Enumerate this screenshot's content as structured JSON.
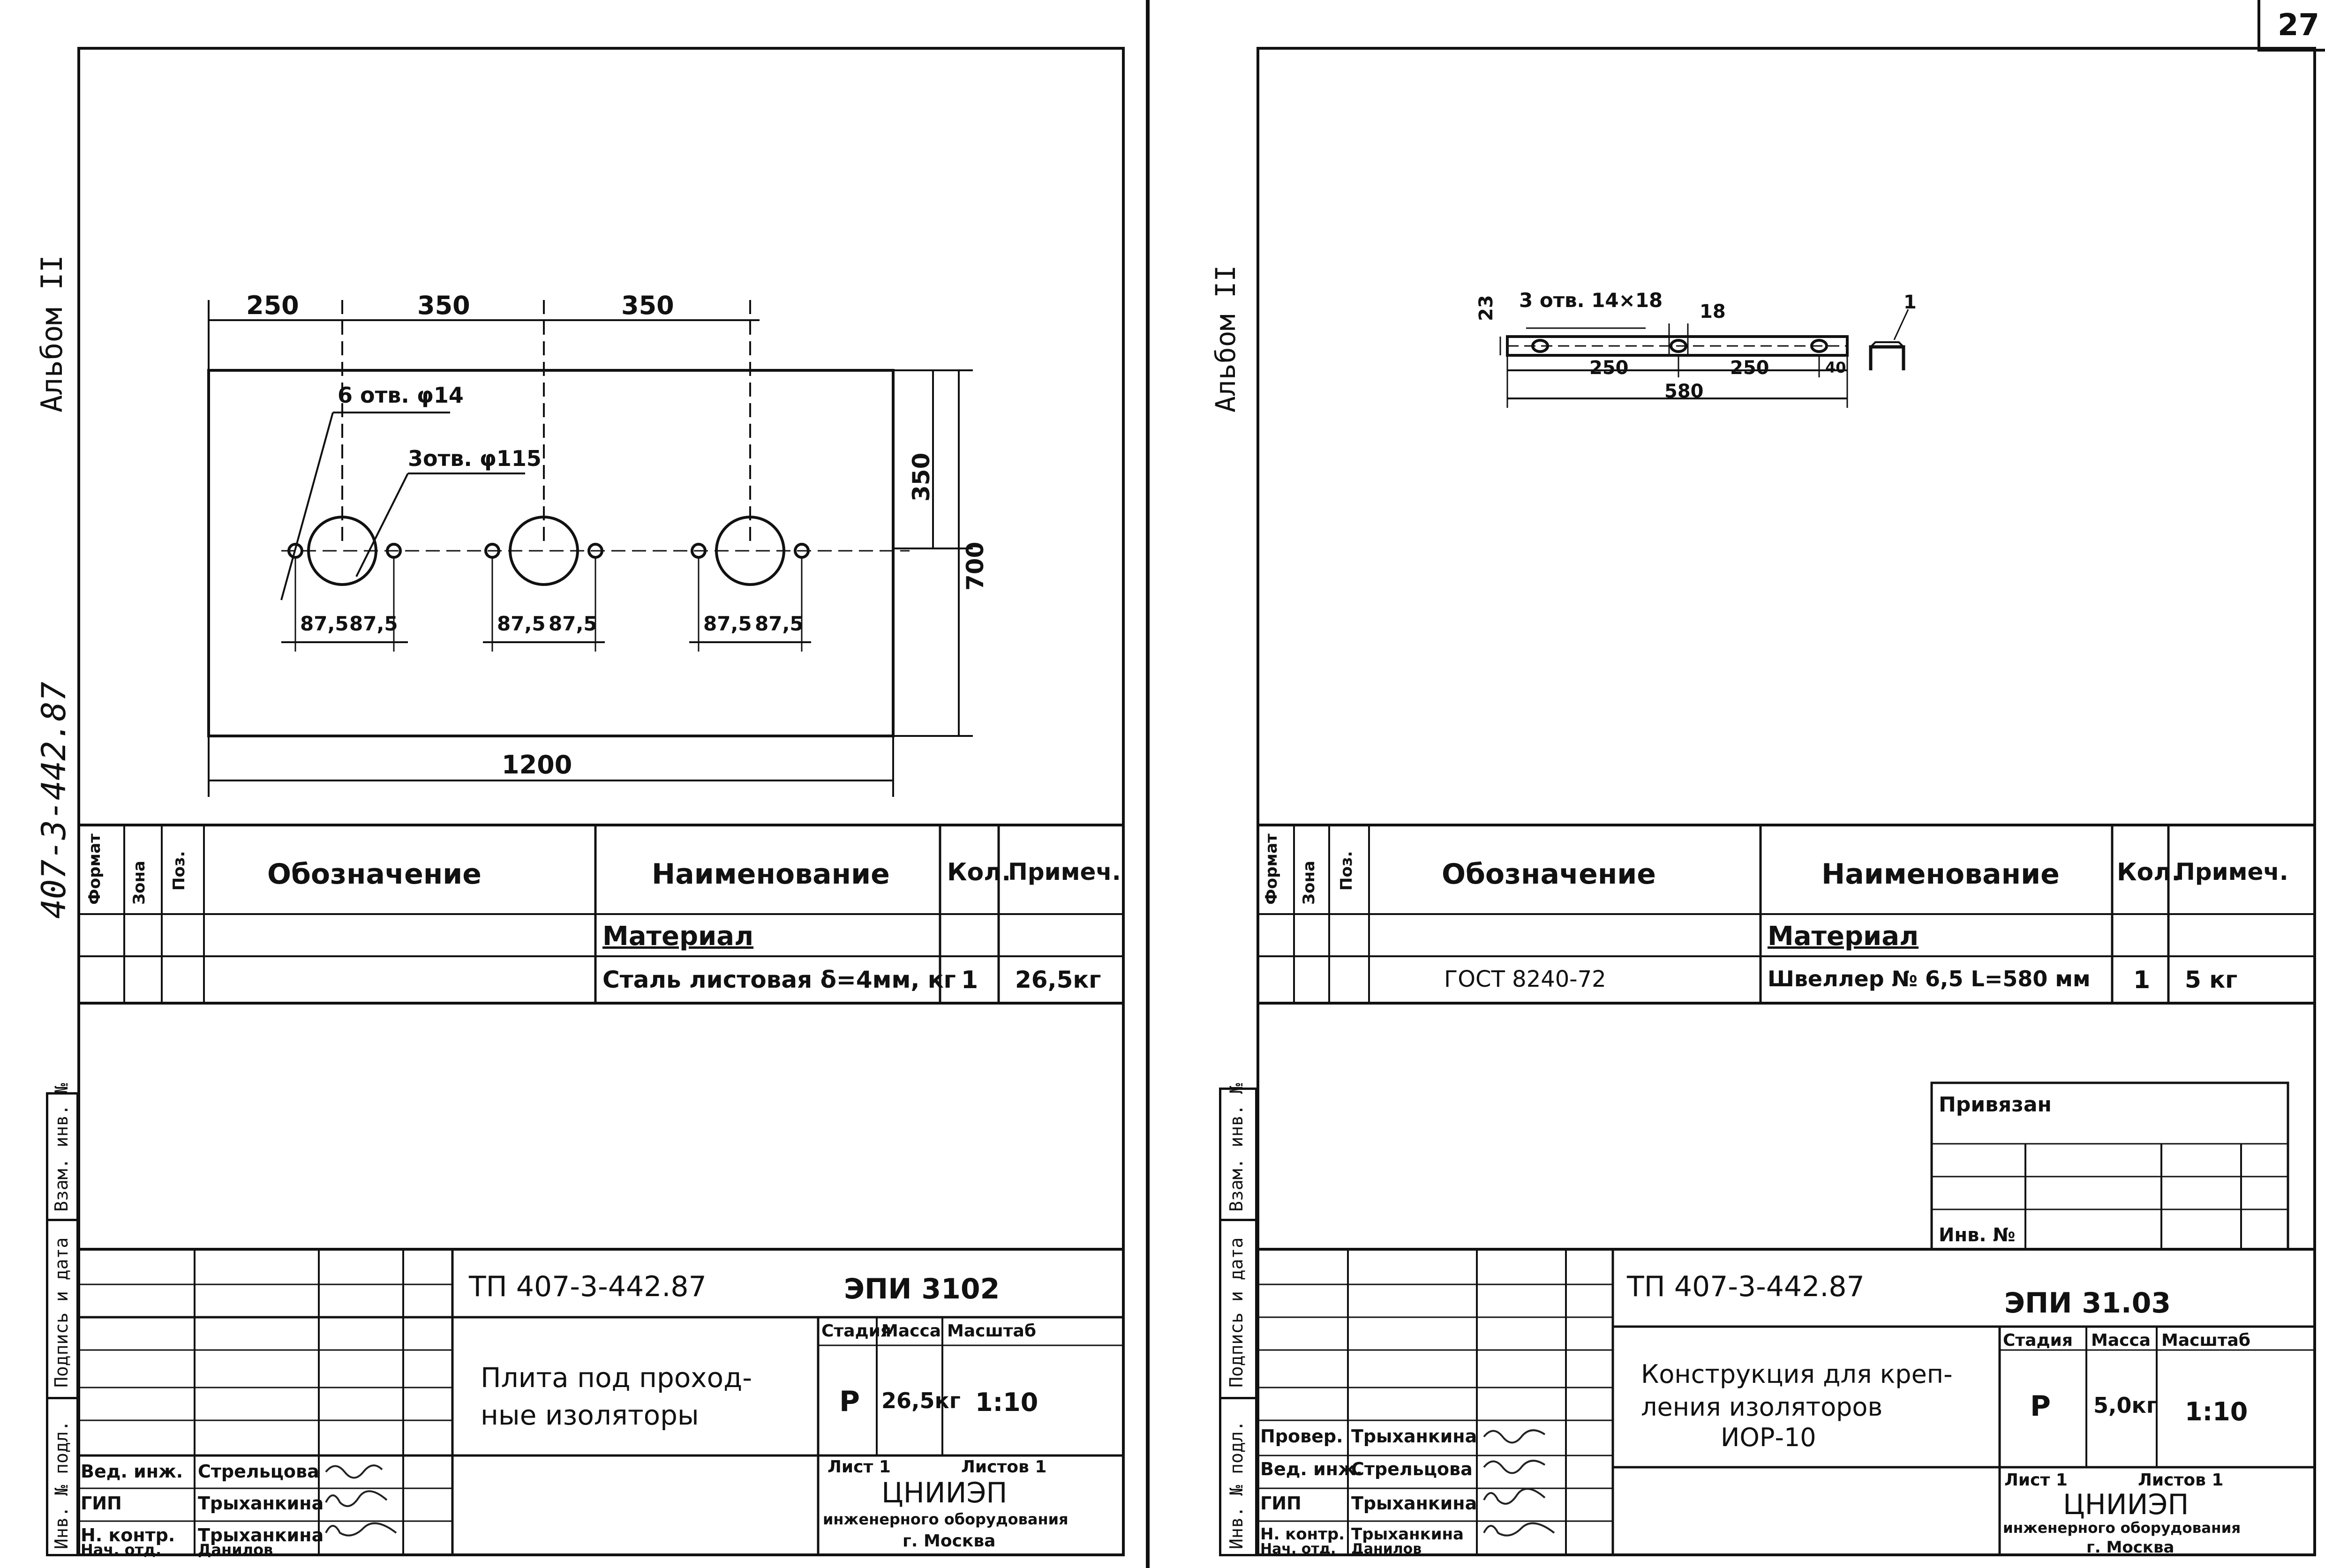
{
  "page_number": "27",
  "left": {
    "margin": {
      "album": "Альбом II",
      "album_code": "407-3-442.87",
      "inv_labels": [
        "Инв. № подл.",
        "Подпись и дата",
        "Взам. инв. №"
      ]
    },
    "drawing": {
      "dim_top": [
        "250",
        "350",
        "350"
      ],
      "dim_right": [
        "350",
        "700"
      ],
      "dim_bottom": "1200",
      "hole_note_small": "6 отв. φ14",
      "hole_note_large": "3отв. φ115",
      "hole_dims": [
        "87,5",
        "87,5",
        "87,5",
        "87,5",
        "87,5",
        "87,5"
      ]
    },
    "spec": {
      "headers": {
        "format": "Формат",
        "zone": "Зона",
        "pos": "Поз.",
        "designation": "Обозначение",
        "name": "Наименование",
        "qty": "Кол.",
        "note": "Примеч."
      },
      "section": "Материал",
      "row": {
        "designation": "",
        "name": "Сталь листовая δ=4мм, кг",
        "qty": "1",
        "note": "26,5кг"
      }
    },
    "title": {
      "code": "ТП 407-3-442.87",
      "sheet_code": "ЭПИ 3102",
      "name_line1": "Плита под проход-",
      "name_line2": "ные изоляторы",
      "stage_label": "Стадия",
      "mass_label": "Масса",
      "scale_label": "Масштаб",
      "stage": "Р",
      "mass": "26,5кг",
      "scale": "1:10",
      "sheet_label": "Лист 1",
      "sheets_label": "Листов 1",
      "org": "ЦНИИЭП",
      "org_sub1": "инженерного оборудования",
      "org_sub2": "г. Москва",
      "signatures": [
        {
          "role": "Вед. инж.",
          "name": "Стрельцова"
        },
        {
          "role": "ГИП",
          "name": "Трыханкина"
        },
        {
          "role": "Н. контр.",
          "name": "Трыханкина"
        },
        {
          "role": "Нач. отд.",
          "name": "Данилов"
        }
      ]
    }
  },
  "right": {
    "margin": {
      "album": "Альбом II",
      "inv_labels": [
        "Инв. № подл.",
        "Подпись и дата",
        "Взам. инв. №"
      ]
    },
    "drawing": {
      "dim_height": "23",
      "hole_note": "3 отв. 14×18",
      "dim_slot": "18",
      "dim_a": "250",
      "dim_b": "250",
      "dim_end": "40",
      "dim_total": "580",
      "callout": "1"
    },
    "spec": {
      "headers": {
        "format": "Формат",
        "zone": "Зона",
        "pos": "Поз.",
        "designation": "Обозначение",
        "name": "Наименование",
        "qty": "Кол.",
        "note": "Примеч."
      },
      "section": "Материал",
      "row": {
        "designation": "ГОСТ 8240-72",
        "name": "Швеллер № 6,5 L=580 мм",
        "qty": "1",
        "note": "5 кг"
      }
    },
    "privyazan": {
      "label": "Привязан",
      "inv": "Инв. №"
    },
    "title": {
      "code": "ТП 407-3-442.87",
      "sheet_code": "ЭПИ 31.03",
      "name_line1": "Конструкция для креп-",
      "name_line2": "ления изоляторов",
      "name_line3": "ИОР-10",
      "stage_label": "Стадия",
      "mass_label": "Масса",
      "scale_label": "Масштаб",
      "stage": "Р",
      "mass": "5,0кг",
      "scale": "1:10",
      "sheet_label": "Лист 1",
      "sheets_label": "Листов 1",
      "org": "ЦНИИЭП",
      "org_sub1": "инженерного оборудования",
      "org_sub2": "г. Москва",
      "signatures": [
        {
          "role": "Провер.",
          "name": "Трыханкина"
        },
        {
          "role": "Вед. инж.",
          "name": "Стрельцова"
        },
        {
          "role": "ГИП",
          "name": "Трыханкина"
        },
        {
          "role": "Н. контр.",
          "name": "Трыханкина"
        },
        {
          "role": "Нач. отд.",
          "name": "Данилов"
        }
      ]
    }
  }
}
